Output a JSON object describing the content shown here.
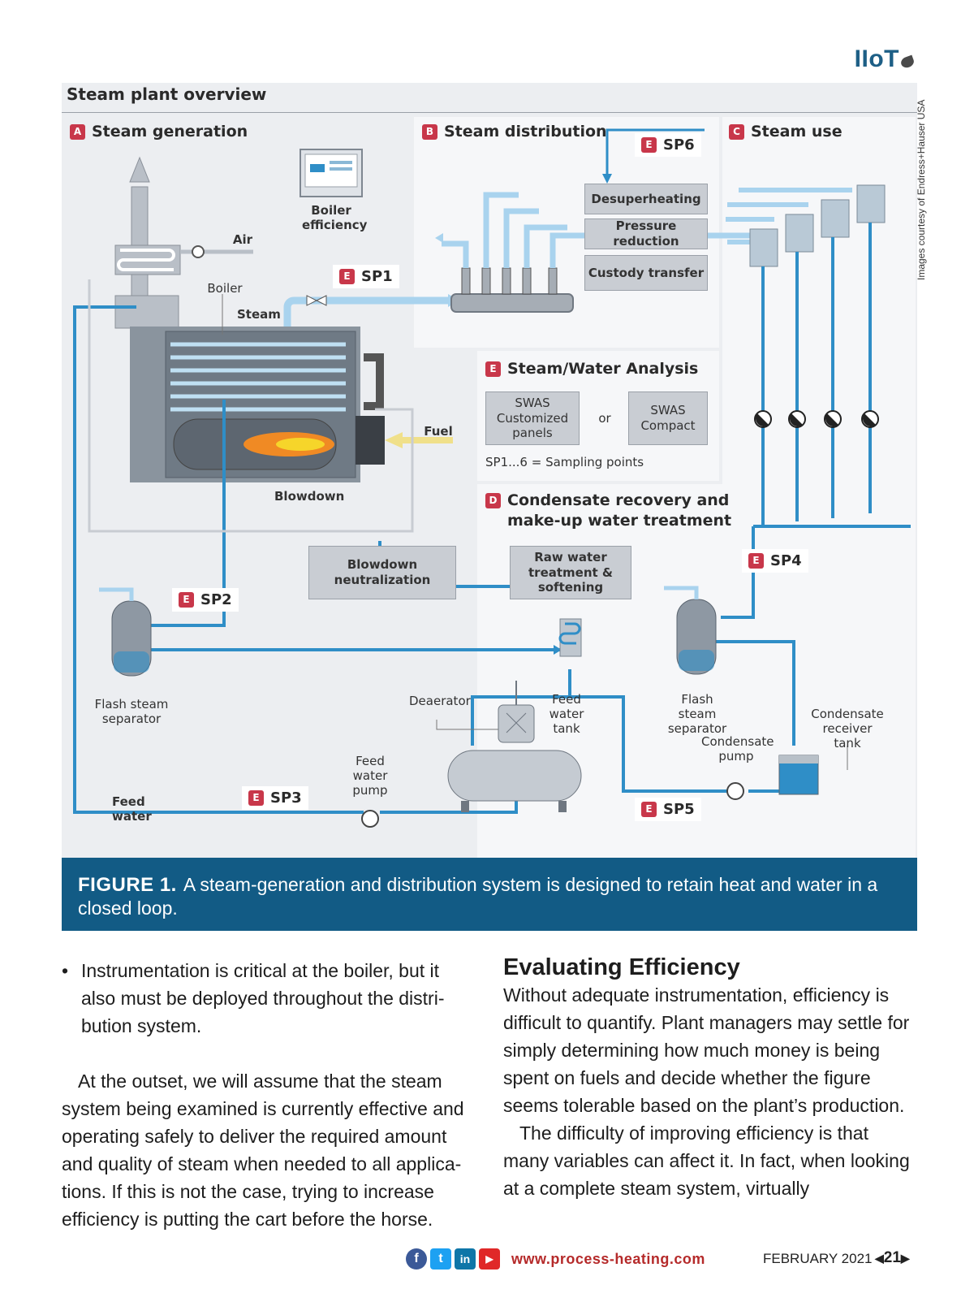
{
  "header": {
    "section": "IIoT"
  },
  "figure": {
    "title": "Steam plant overview",
    "credit": "Images courtesy of Endress+Hauser USA",
    "sections": {
      "a": {
        "badge": "A",
        "title": "Steam generation"
      },
      "b": {
        "badge": "B",
        "title": "Steam distribution"
      },
      "c": {
        "badge": "C",
        "title": "Steam use"
      },
      "d": {
        "badge": "D",
        "title_line1": "Condensate recovery and",
        "title_line2": "make-up water treatment"
      },
      "e": {
        "badge": "E",
        "title": "Steam/Water Analysis"
      }
    },
    "sampling_points": {
      "badge": "E",
      "sp1": "SP1",
      "sp2": "SP2",
      "sp3": "SP3",
      "sp4": "SP4",
      "sp5": "SP5",
      "sp6": "SP6"
    },
    "boxes": {
      "desuperheating": "Desuperheating",
      "pressure_reduction": "Pressure reduction",
      "custody_transfer": "Custody transfer",
      "swas_custom_1": "SWAS",
      "swas_custom_2": "Customized",
      "swas_custom_3": "panels",
      "swas_or": "or",
      "swas_compact_1": "SWAS",
      "swas_compact_2": "Compact",
      "sampling_legend": "SP1...6 = Sampling points",
      "blowdown_neutralization_1": "Blowdown",
      "blowdown_neutralization_2": "neutralization",
      "raw_water_1": "Raw water",
      "raw_water_2": "treatment &",
      "raw_water_3": "softening"
    },
    "labels": {
      "boiler_efficiency_1": "Boiler",
      "boiler_efficiency_2": "efficiency",
      "air": "Air",
      "boiler": "Boiler",
      "steam": "Steam",
      "fuel": "Fuel",
      "blowdown": "Blowdown",
      "flash_left_1": "Flash steam",
      "flash_left_2": "separator",
      "feed_water": "Feed water",
      "feed_pump_1": "Feed",
      "feed_pump_2": "water",
      "feed_pump_3": "pump",
      "deaerator": "Deaerator",
      "feed_tank_1": "Feed",
      "feed_tank_2": "water",
      "feed_tank_3": "tank",
      "flash_right_1": "Flash steam",
      "flash_right_2": "separator",
      "condensate_pump_1": "Condensate",
      "condensate_pump_2": "pump",
      "condensate_tank_1": "Condensate",
      "condensate_tank_2": "receiver tank"
    },
    "caption_label": "FIGURE 1.",
    "caption_text": "A steam-generation and distribution system is designed to retain heat and water in a closed loop.",
    "colors": {
      "pipe": "#2f8ec7",
      "pipe_light": "#a9d3ee",
      "caption_bg": "#125b85",
      "badge": "#c8374a",
      "flame": "#f08a24"
    }
  },
  "article": {
    "left": {
      "bullet": "Instrumentation is critical at the boiler, but it also must be deployed throughout the distri-bution system.",
      "para": "At the outset, we will assume that the steam system being examined is currently effective and operating safely to deliver the required amount and quality of steam when needed to all applica-tions. If this is not the case, trying to increase efficiency is putting the cart before the horse."
    },
    "right": {
      "heading": "Evaluating Efficiency",
      "para1": "Without adequate instrumentation, efficiency is difficult to quantify. Plant managers may settle for simply determining how much money is being spent on fuels and decide whether the figure seems tolerable based on the plant’s production.",
      "para2": "The difficulty of improving efficiency is that many variables can affect it. In fact, when looking at a complete steam system, virtually"
    }
  },
  "footer": {
    "social": {
      "facebook": "f",
      "twitter": "t",
      "linkedin": "in",
      "youtube": "▶"
    },
    "url": "www.process-heating.com",
    "issue": "FEBRUARY 2021",
    "page": "21"
  }
}
